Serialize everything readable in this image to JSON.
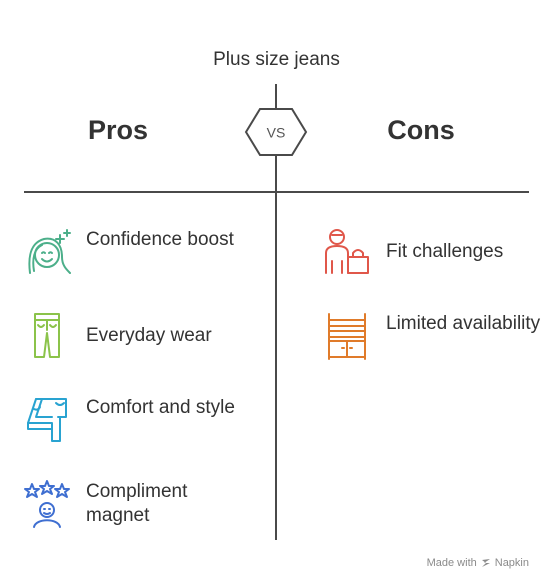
{
  "title": "Plus size jeans",
  "pros": {
    "heading": "Pros",
    "items": [
      {
        "label": "Confidence boost",
        "icon": "smiling-face-icon",
        "color": "#4caf8a"
      },
      {
        "label": "Everyday wear",
        "icon": "jeans-icon",
        "color": "#8bc34a"
      },
      {
        "label": "Comfort and style",
        "icon": "folded-jeans-icon",
        "color": "#29a3d1"
      },
      {
        "label": "Compliment magnet",
        "icon": "stars-person-icon",
        "color": "#3f6fd1"
      }
    ]
  },
  "cons": {
    "heading": "Cons",
    "items": [
      {
        "label": "Fit challenges",
        "icon": "shopper-bag-icon",
        "color": "#e0574a"
      },
      {
        "label": "Limited availability",
        "icon": "store-shelf-icon",
        "color": "#e07b2a"
      }
    ]
  },
  "vs_label": "VS",
  "footer": {
    "made_with": "Made with",
    "brand": "Napkin"
  }
}
